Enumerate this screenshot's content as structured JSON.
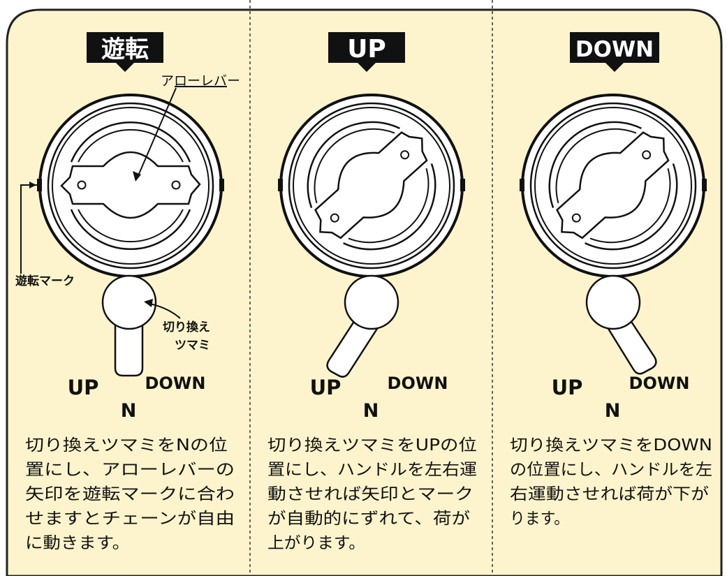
{
  "colors": {
    "panel_bg": "#FDF4CD",
    "ink": "#111111",
    "badge_bg": "#111111",
    "badge_text": "#FFFFFF",
    "divider": "#333333"
  },
  "panels": [
    {
      "id": "idle",
      "badge": "遊転",
      "knob_position": "N",
      "description_lines": [
        "切り換えツマミをNの位",
        "置にし、アローレバーの",
        "矢印を遊転マークに合わ",
        "せますとチェーンが自由",
        "に動きます。"
      ]
    },
    {
      "id": "up",
      "badge": "UP",
      "knob_position": "UP",
      "description_lines": [
        "切り換えツマミをUPの位",
        "置にし、ハンドルを左右運",
        "動させれば矢印とマーク",
        "が自動的にずれて、荷が",
        "上がります。"
      ]
    },
    {
      "id": "down",
      "badge": "DOWN",
      "knob_position": "DOWN",
      "description_lines": [
        "切り換えツマミをDOWN",
        "の位置にし、ハンドルを左",
        "右運動させれば荷が下が",
        "ります。"
      ]
    }
  ],
  "positions": {
    "up": "UP",
    "n": "N",
    "down": "DOWN"
  },
  "callouts": {
    "arrow_lever": "アローレバー",
    "idle_mark": "遊転マーク",
    "switch_knob_line1": "切り換え",
    "switch_knob_line2": "ツマミ"
  }
}
